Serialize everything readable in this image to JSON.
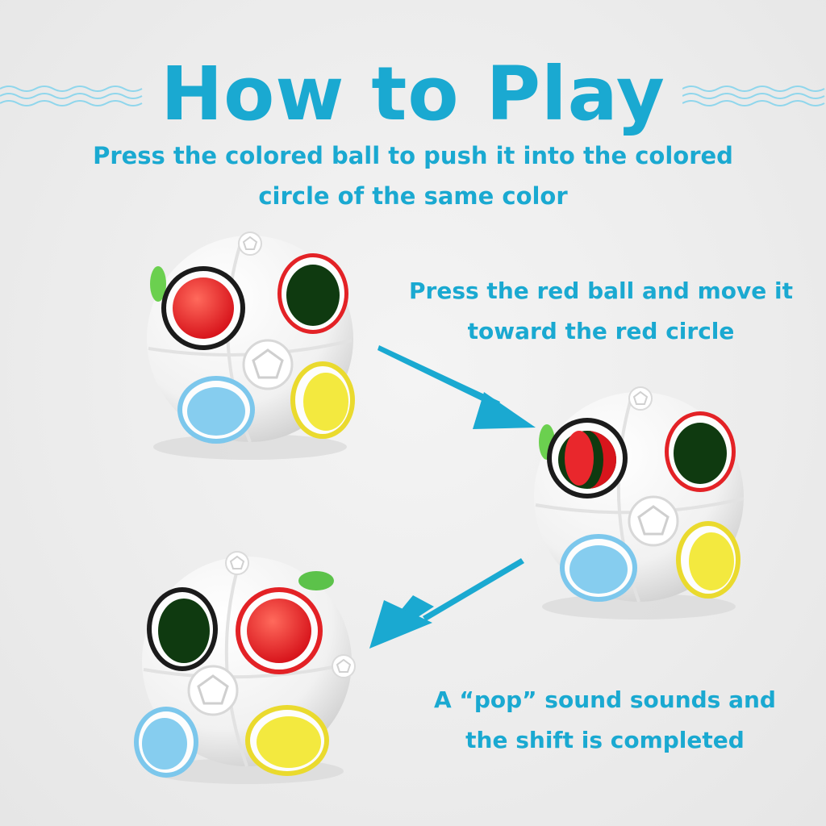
{
  "title": "How to Play",
  "subtitle": "Press the colored ball to push it into the colored circle of the same color",
  "steps": [
    {
      "caption": "Press the red ball and move it toward the red circle"
    },
    {
      "caption": "A “pop” sound sounds and the shift is completed"
    }
  ],
  "colors": {
    "accent": "#1aa9d1",
    "red": "#e8262b",
    "blue": "#7cc7ec",
    "yellow": "#efe53a",
    "green": "#5cc24a",
    "dark_hole": "#0f3a10"
  },
  "icons": [
    "wave-decoration-icon",
    "arrow-icon",
    "puzzle-ball-icon",
    "pentagon-icon"
  ]
}
